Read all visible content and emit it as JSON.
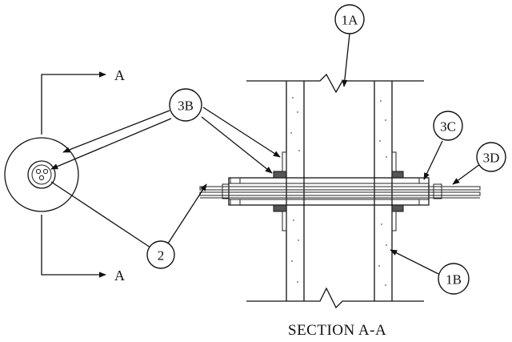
{
  "callouts": {
    "c1A": "1A",
    "c1B": "1B",
    "c2": "2",
    "c3B": "3B",
    "c3C": "3C",
    "c3D": "3D"
  },
  "cut_marker": {
    "top": "A",
    "bottom": "A"
  },
  "section_title": "SECTION A-A"
}
